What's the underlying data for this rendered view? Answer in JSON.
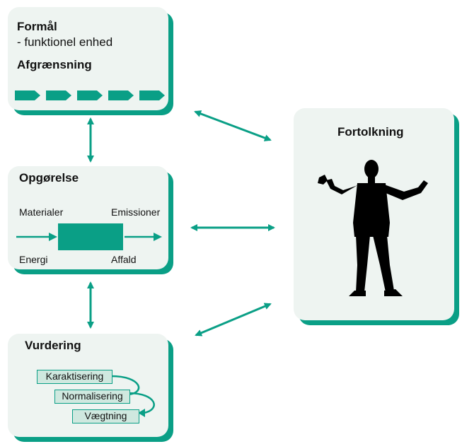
{
  "formaal": {
    "title": "Formål",
    "subtitle": "- funktionel enhed",
    "heading2": "Afgrænsning"
  },
  "opgoerelse": {
    "title": "Opgørelse",
    "materialer": "Materialer",
    "emissioner": "Emissioner",
    "energi": "Energi",
    "affald": "Affald"
  },
  "vurdering": {
    "title": "Vurdering",
    "steps": [
      "Karaktisering",
      "Normalisering",
      "Vægtning"
    ]
  },
  "fortolkning": {
    "title": "Fortolkning"
  },
  "colors": {
    "accent": "#0a9f86",
    "box_fill": "#eef4f1",
    "step_fill": "#cfe8df",
    "figure": "#000000"
  },
  "icons": [
    "chevron-arrow-icon",
    "double-arrow-icon",
    "presenter-silhouette-icon"
  ]
}
